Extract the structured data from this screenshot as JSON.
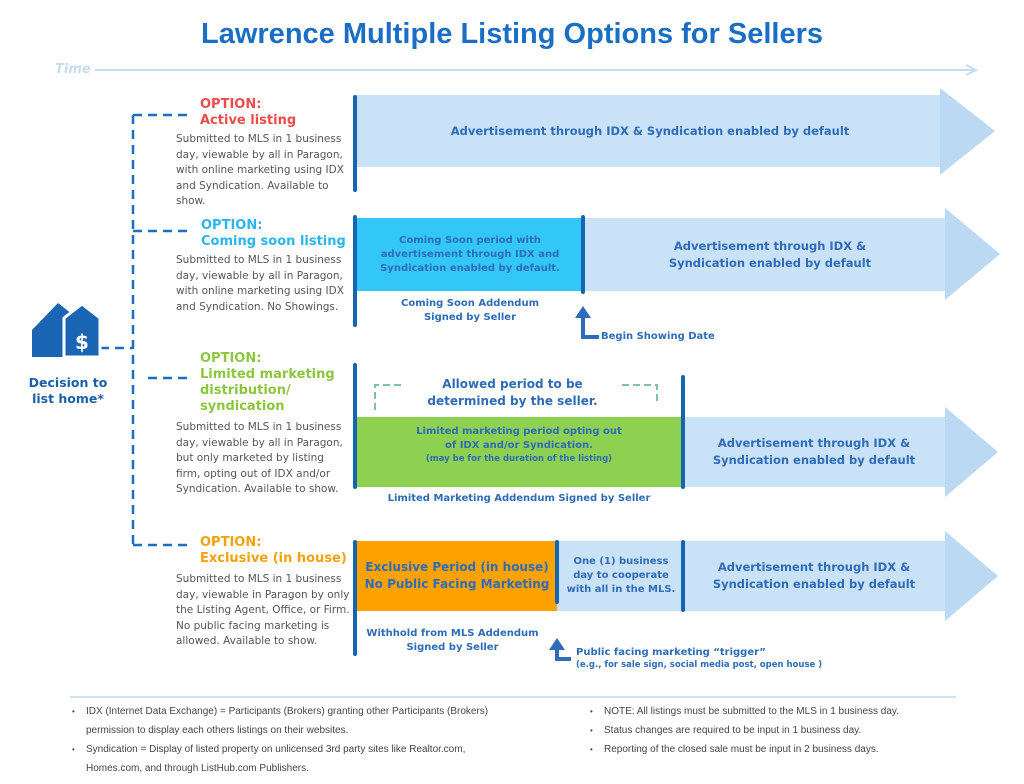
{
  "title": "Lawrence Multiple Listing Options for Sellers",
  "time_label": "Time",
  "decision": {
    "label": "Decision to list home*",
    "icon": "house-dollar-icon"
  },
  "colors": {
    "title": "#1a6fc4",
    "active": "#f04b4b",
    "coming_soon": "#2bb5ee",
    "limited": "#8cc63f",
    "exclusive": "#f5a20a",
    "band": "#c9e2f8",
    "cyan": "#33c7f7",
    "green": "#8ed150",
    "orange": "#ffa200"
  },
  "options": [
    {
      "option": "OPTION:",
      "name": "Active listing",
      "desc": "Submitted to MLS in 1 business day, viewable by all in Paragon, with online marketing using IDX and Syndication. Available to show.",
      "band": "Advertisement through IDX & Syndication enabled by default"
    },
    {
      "option": "OPTION:",
      "name": "Coming soon listing",
      "desc": "Submitted to MLS in 1 business day, viewable by all in Paragon, with online marketing using IDX and Syndication. No Showings.",
      "period": "Coming Soon period with advertisement through IDX and Syndication enabled by default.",
      "addendum": "Coming Soon Addendum Signed by Seller",
      "marker": "Begin Showing Date",
      "band": "Advertisement through IDX & Syndication enabled by default"
    },
    {
      "option": "OPTION:",
      "name": "Limited marketing distribution/ syndication",
      "desc": "Submitted to MLS in 1 business day, viewable by all in Paragon, but only marketed by listing firm, opting out of IDX and/or Syndication. Available to show.",
      "allowed": "Allowed period to be determined by the seller.",
      "period": "Limited marketing period opting out of IDX and/or Syndication.",
      "period_note": "(may be for the duration of the listing)",
      "addendum": "Limited Marketing Addendum Signed by Seller",
      "band": "Advertisement through IDX & Syndication enabled by default"
    },
    {
      "option": "OPTION:",
      "name": "Exclusive (in house)",
      "desc": "Submitted to MLS in 1 business day, viewable in Paragon by only the Listing Agent, Office, or Firm. No public facing marketing is allowed. Available to show.",
      "period": "Exclusive Period (in house) No Public Facing Marketing",
      "cooperate": "One (1) business day to cooperate with all in the MLS.",
      "addendum": "Withhold from MLS Addendum Signed by Seller",
      "marker": "Public facing marketing “trigger”",
      "marker_note": "(e.g., for sale sign, social media post, open house )",
      "band": "Advertisement through IDX & Syndication enabled by default"
    }
  ],
  "footer": {
    "left": [
      "IDX (Internet Data Exchange) = Participants (Brokers) granting other Participants (Brokers) permission to display each others listings on their websites.",
      "Syndication = Display of listed property on unlicensed 3rd party sites like Realtor.com, Homes.com, and through ListHub.com Publishers."
    ],
    "right": [
      "NOTE: All listings must be submitted to the MLS in 1 business day.",
      "Status changes are required to be input in 1 business day.",
      "Reporting of the closed sale must be input in 2 business days."
    ]
  }
}
